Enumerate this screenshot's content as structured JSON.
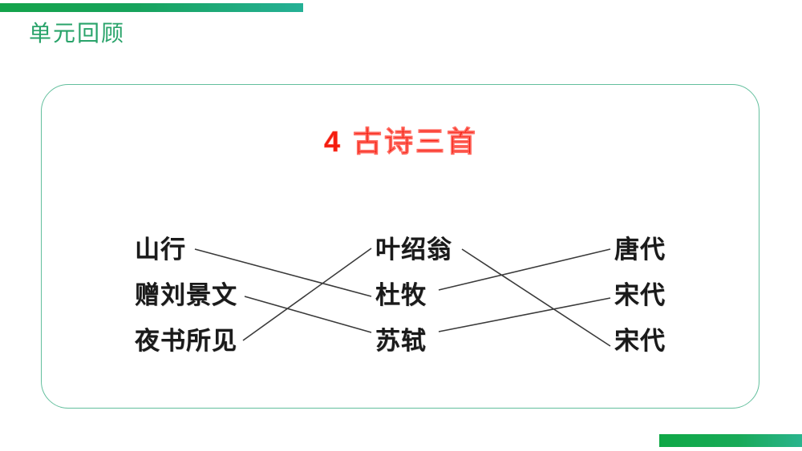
{
  "slide": {
    "heading": "单元回顾",
    "lesson_title": "4  古诗三首",
    "accent_color": "#29a36a",
    "title_color": "#f41c0e",
    "panel_border_color": "#63bf9d",
    "top_bar_gradient": [
      "#14a34a",
      "#25b096"
    ],
    "bottom_bar_gradient": [
      "#0fa846",
      "#2ab48d"
    ]
  },
  "matching": {
    "poems": [
      {
        "label": "山行"
      },
      {
        "label": "赠刘景文"
      },
      {
        "label": "夜书所见"
      }
    ],
    "authors": [
      {
        "label": "叶绍翁"
      },
      {
        "label": "杜牧"
      },
      {
        "label": "苏轼"
      }
    ],
    "dynasties": [
      {
        "label": "唐代"
      },
      {
        "label": "宋代"
      },
      {
        "label": "宋代"
      }
    ],
    "connections": [
      {
        "from": "山行",
        "to": "杜牧"
      },
      {
        "from": "赠刘景文",
        "to": "苏轼"
      },
      {
        "from": "夜书所见",
        "to": "叶绍翁"
      },
      {
        "from": "叶绍翁",
        "to": "宋代"
      },
      {
        "from": "杜牧",
        "to": "唐代"
      },
      {
        "from": "苏轼",
        "to": "宋代"
      }
    ]
  }
}
